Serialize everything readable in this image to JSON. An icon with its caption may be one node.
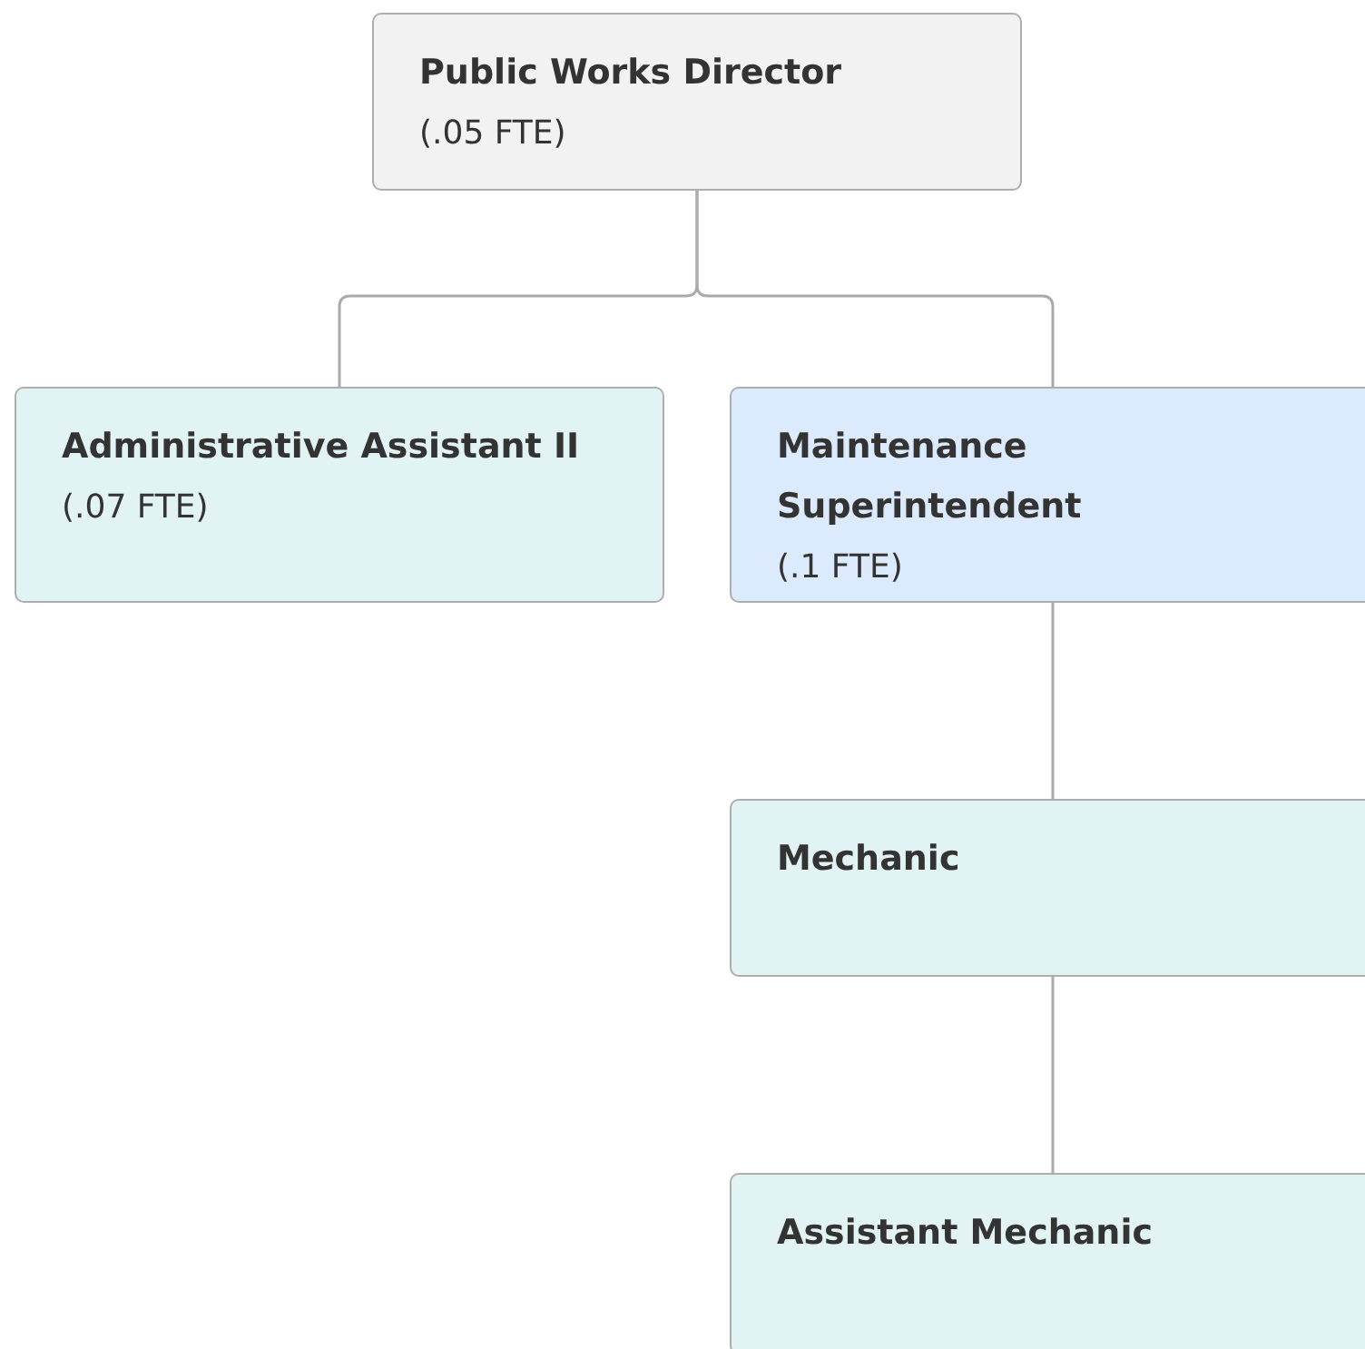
{
  "diagram": {
    "nodes": [
      {
        "text": [
          "Public Works Director",
          "(.05 FTE)"
        ]
      },
      {
        "text": [
          "Administrative Assistant II",
          "(.07 FTE)"
        ]
      },
      {
        "text": [
          "Maintenance Superintendent",
          "(.1 FTE)"
        ]
      },
      {
        "text": [
          "Mechanic"
        ]
      },
      {
        "text": [
          "Assistant Mechanic"
        ]
      }
    ],
    "edges": [
      {
        "from": 0,
        "to": 1,
        "arrow": "none"
      },
      {
        "from": 0,
        "to": 2,
        "arrow": "none"
      },
      {
        "from": 2,
        "to": 3,
        "arrow": "none"
      },
      {
        "from": 3,
        "to": 4,
        "arrow": "none"
      }
    ]
  }
}
